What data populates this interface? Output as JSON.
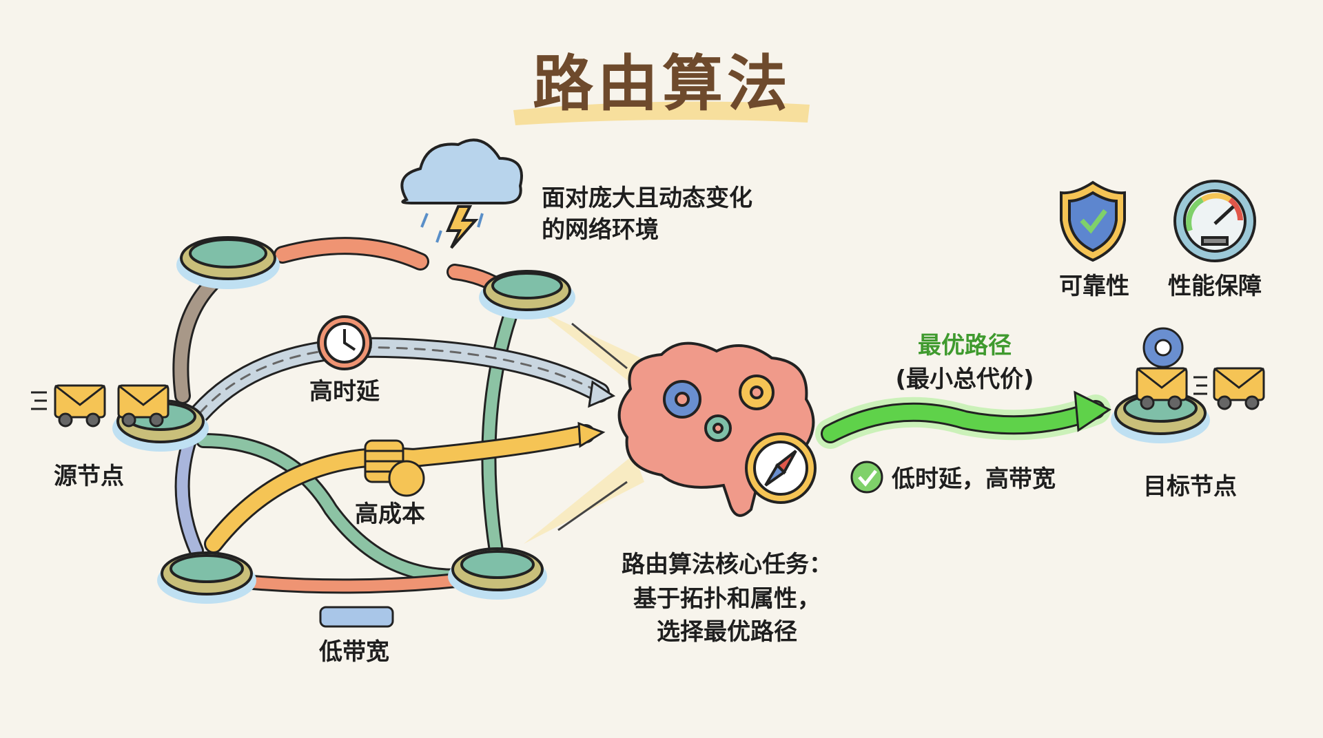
{
  "title": "路由算法",
  "challenge": {
    "line1": "面对庞大且动态变化",
    "line2": "的网络环境"
  },
  "nodes": {
    "source": "源节点",
    "target": "目标节点"
  },
  "paths": {
    "high_latency": "高时延",
    "high_cost": "高成本",
    "low_bandwidth": "低带宽"
  },
  "core_task": {
    "line1": "路由算法核心任务：",
    "line2": "基于拓扑和属性，",
    "line3": "选择最优路径"
  },
  "optimal": {
    "label": "最优路径",
    "sub": "(最小总代价)",
    "benefit": "低时延，高带宽"
  },
  "goals": {
    "reliability": "可靠性",
    "performance": "性能保障"
  },
  "colors": {
    "title": "#6e4a2c",
    "highlight": "#f6d98a",
    "optimal": "#5fd24a",
    "text": "#1e1e1e"
  }
}
